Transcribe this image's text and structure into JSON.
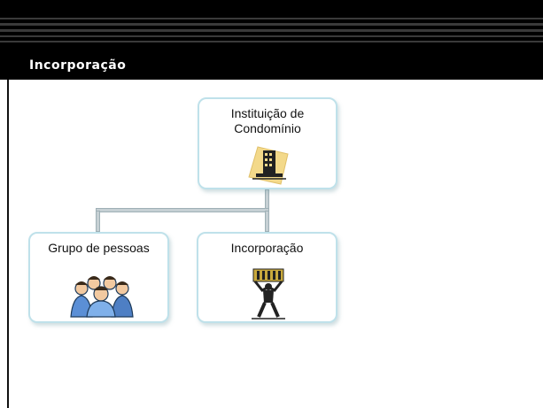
{
  "slide": {
    "title": "Incorporação"
  },
  "diagram": {
    "root": {
      "label": "Instituição de\nCondomínio",
      "icon": "building-icon"
    },
    "children": [
      {
        "label": "Grupo de pessoas",
        "icon": "people-group-icon"
      },
      {
        "label": "Incorporação",
        "icon": "person-lifting-building-icon"
      }
    ]
  },
  "colors": {
    "header_bg": "#000000",
    "header_text": "#ffffff",
    "node_border": "#bfe1ea",
    "connector": "#c6d0d4"
  }
}
